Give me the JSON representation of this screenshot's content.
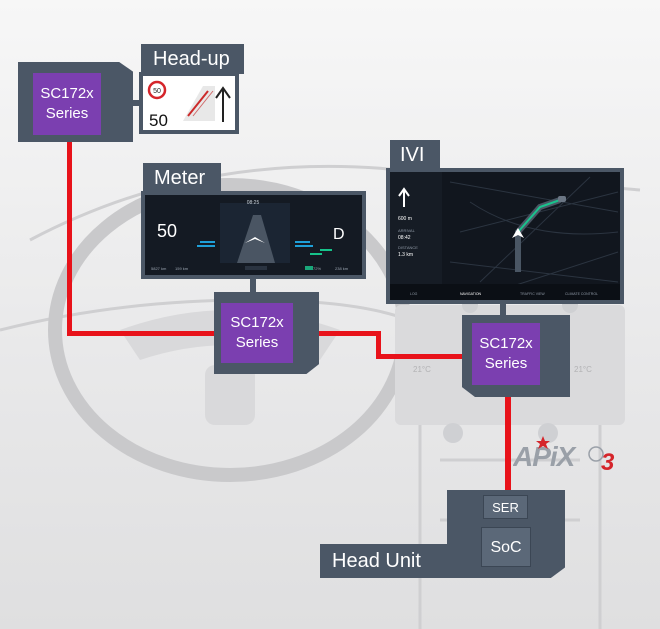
{
  "labels": {
    "headup": "Head-up",
    "meter": "Meter",
    "ivi": "IVI",
    "head_unit": "Head Unit"
  },
  "nodes": {
    "headup_serializer": {
      "line1": "SC172x",
      "line2": "Series"
    },
    "meter_serializer": {
      "line1": "SC172x",
      "line2": "Series"
    },
    "ivi_serializer": {
      "line1": "SC172x",
      "line2": "Series"
    },
    "head_unit": {
      "ser": "SER",
      "soc": "SoC"
    }
  },
  "logo": {
    "text": "APiX",
    "version": "3"
  },
  "displays": {
    "headup": {
      "limit": "50",
      "speed": "50"
    },
    "meter": {
      "clock": "08:25",
      "speed": "50",
      "gear": "D",
      "odo": "5827 km",
      "trip": "159 km",
      "battery": "72%",
      "range": "238 km"
    },
    "ivi": {
      "distance": "600 m",
      "arrival_label": "ARRIVAL",
      "arrival": "08:42",
      "remaining_label": "DISTANCE",
      "remaining": "1.3 km",
      "tabs": [
        "LOG",
        "NAVIGATION",
        "TRAFFIC VIEW",
        "CLIMATE CONTROL"
      ]
    }
  },
  "colors": {
    "panel": "#4b5766",
    "chip": "#7b3fb0",
    "link": "#e8121a",
    "background": "#e9e9ea"
  }
}
